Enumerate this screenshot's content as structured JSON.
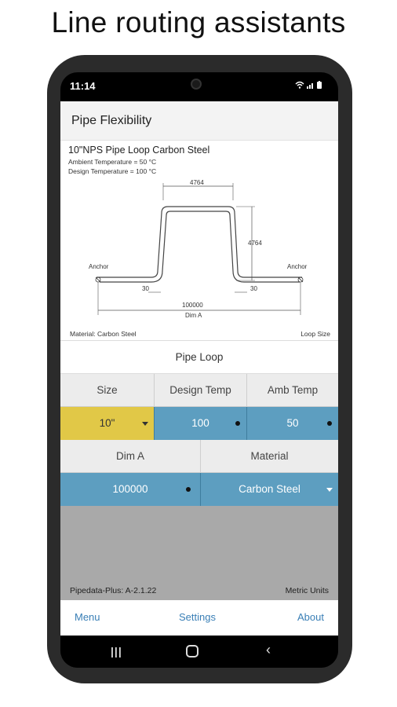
{
  "headline": "Line routing assistants",
  "status": {
    "time": "11:14",
    "icons": "wifi signal battery"
  },
  "app": {
    "title": "Pipe Flexibility"
  },
  "diagram": {
    "title": "10\"NPS Pipe Loop Carbon Steel",
    "ambient": "Ambient Temperature =  50 °C",
    "design": "Design Temperature =  100 °C",
    "dim_top": "4764",
    "dim_side": "4764",
    "anchor_left": "Anchor",
    "anchor_right": "Anchor",
    "offset_left": "30",
    "offset_right": "30",
    "dim_a_value": "100000",
    "dim_a_label": "Dim A",
    "material_note": "Material: Carbon Steel",
    "loop_size": "Loop Size"
  },
  "section": {
    "title": "Pipe Loop"
  },
  "row1_headers": [
    "Size",
    "Design Temp",
    "Amb Temp"
  ],
  "row1_values": [
    "10\"",
    "100",
    "50"
  ],
  "row2_headers": [
    "Dim A",
    "Material"
  ],
  "row2_values": [
    "100000",
    "Carbon Steel"
  ],
  "info": {
    "version": "Pipedata-Plus: A-2.1.22",
    "units": "Metric Units"
  },
  "footer": {
    "menu": "Menu",
    "settings": "Settings",
    "about": "About"
  },
  "colors": {
    "field_blue": "#5d9ec0",
    "field_yellow": "#e1c847",
    "link_blue": "#3a7fb6"
  }
}
